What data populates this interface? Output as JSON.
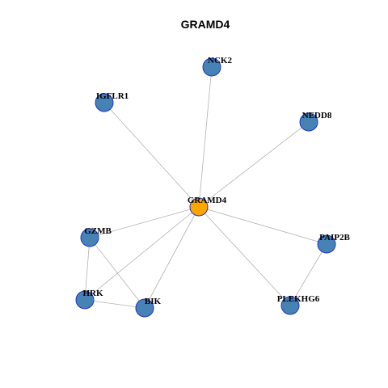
{
  "title": "GRAMD4",
  "colors": {
    "hub_fill": "#FFA500",
    "node_fill": "#4682B4",
    "node_stroke": "#1F33CC",
    "edge": "#B3B3B3"
  },
  "nodes": [
    {
      "id": "GRAMD4",
      "hub": true
    },
    {
      "id": "NCK2"
    },
    {
      "id": "IGFLR1"
    },
    {
      "id": "NEDD8"
    },
    {
      "id": "GZMB"
    },
    {
      "id": "PAIP2B"
    },
    {
      "id": "HRK"
    },
    {
      "id": "BIK"
    },
    {
      "id": "PLEKHG6"
    }
  ],
  "edges": [
    [
      "GRAMD4",
      "NCK2"
    ],
    [
      "GRAMD4",
      "IGFLR1"
    ],
    [
      "GRAMD4",
      "NEDD8"
    ],
    [
      "GRAMD4",
      "GZMB"
    ],
    [
      "GRAMD4",
      "PAIP2B"
    ],
    [
      "GRAMD4",
      "HRK"
    ],
    [
      "GRAMD4",
      "BIK"
    ],
    [
      "GRAMD4",
      "PLEKHG6"
    ],
    [
      "GZMB",
      "HRK"
    ],
    [
      "GZMB",
      "BIK"
    ],
    [
      "HRK",
      "BIK"
    ],
    [
      "PAIP2B",
      "PLEKHG6"
    ]
  ]
}
